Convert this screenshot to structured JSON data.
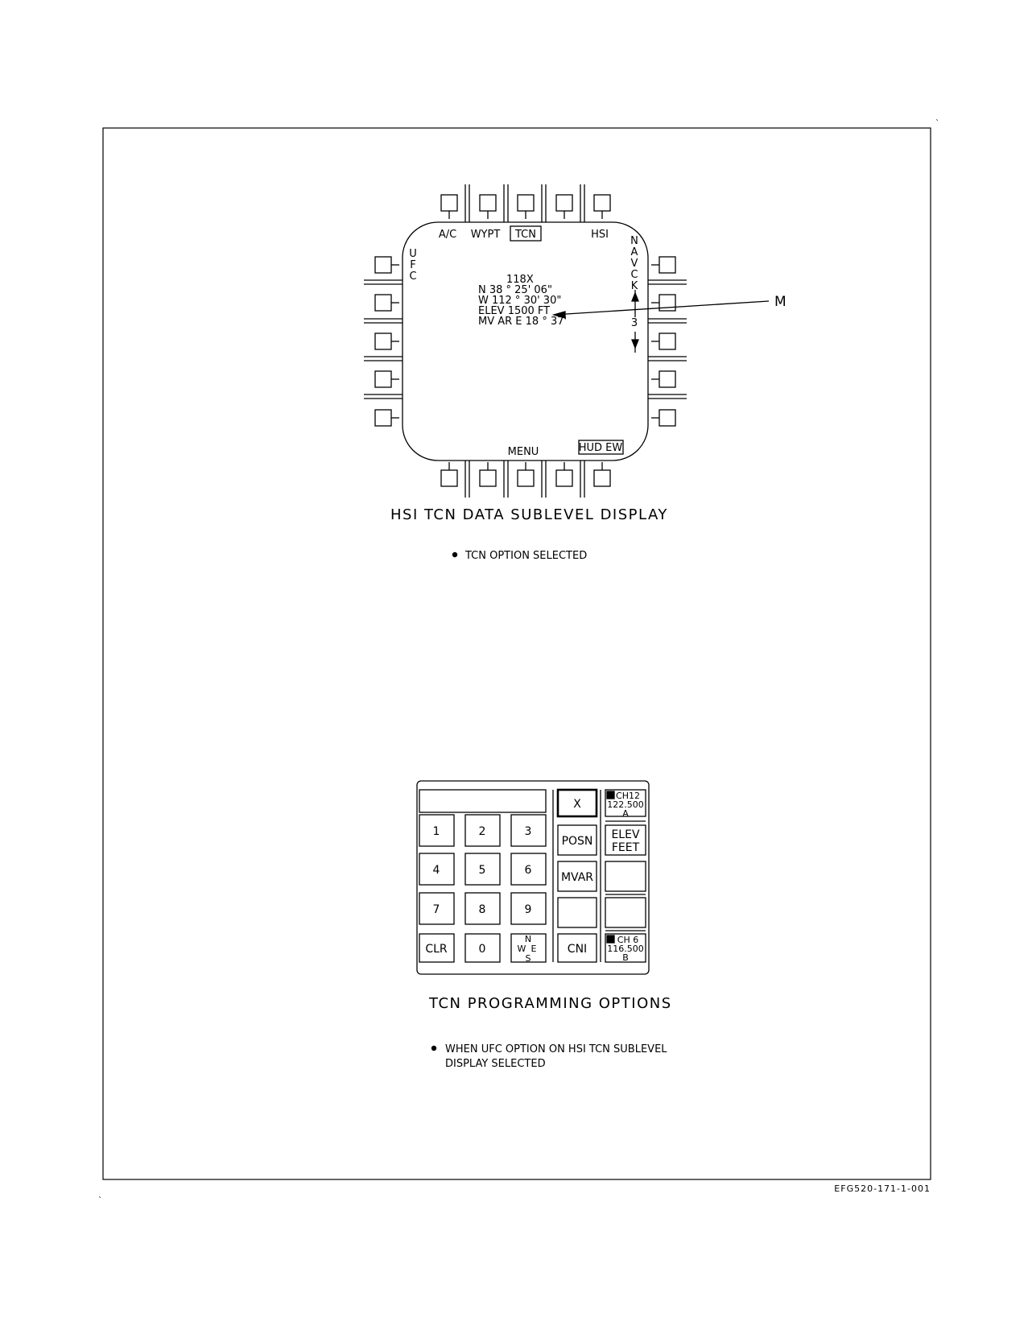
{
  "figure_id": "EFG520-171-1-001",
  "hsi": {
    "caption": "HSI TCN DATA SUBLEVEL DISPLAY",
    "note": "TCN OPTION SELECTED",
    "top_labels": {
      "ac": "A/C",
      "wypt": "WYPT",
      "tcn": "TCN",
      "hsi": "HSI"
    },
    "bottom_labels": {
      "menu": "MENU",
      "hudew": "HUD EW"
    },
    "left_label": [
      "U",
      "F",
      "C"
    ],
    "right_label": [
      "N",
      "A",
      "V",
      "C",
      "K"
    ],
    "page_number": "3",
    "data_lines": [
      "118X",
      "N  38 °   25' 06\"",
      "W  112 °   30' 30\"",
      "ELEV  1500 FT",
      "MV  AR E  18 °  37'"
    ],
    "callout": "M"
  },
  "ufc": {
    "caption": "TCN PROGRAMMING OPTIONS",
    "note_lines": [
      "WHEN UFC OPTION ON HSI TCN SUBLEVEL",
      "DISPLAY SELECTED"
    ],
    "keys": [
      "1",
      "2",
      "3",
      "4",
      "5",
      "6",
      "7",
      "8",
      "9",
      "CLR",
      "0"
    ],
    "compass": {
      "n": "N",
      "w": "W",
      "e": "E",
      "s": "S"
    },
    "options": {
      "x": "X",
      "posn": "POSN",
      "elev1": "ELEV",
      "elev2": "FEET",
      "mvar": "MVAR",
      "cni": "CNI"
    },
    "ch_top": [
      "CH12",
      "122.500",
      "A"
    ],
    "ch_bottom": [
      "CH 6",
      "116.500",
      "B"
    ]
  }
}
